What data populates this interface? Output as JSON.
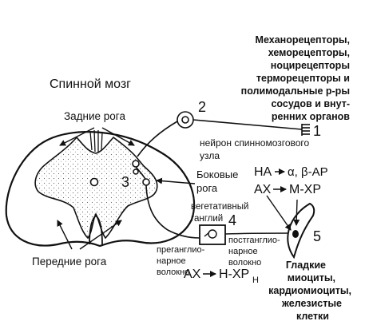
{
  "title": "Спинной мозг",
  "labels": {
    "posterior_horns": "Задние рога",
    "lateral_horns_1": "Боковые",
    "lateral_horns_2": "рога",
    "anterior_horns": "Передние рога",
    "neuron_1": "нейрон спинномозгового",
    "neuron_2": "узла",
    "veg_ganglion_1": "вегетативный",
    "veg_ganglion_2": "ганглий",
    "pregang_1": "преганглио-",
    "pregang_2": "нарное",
    "pregang_3": "волокно",
    "postgang_1": "постганглио-",
    "postgang_2": "нарное",
    "postgang_3": "волокно"
  },
  "receptors": [
    "Механорецепторы,",
    "хеморецепторы,",
    "ноцирецепторы",
    "терморецепторы и",
    "полимодальные р-ры",
    "сосудов и внут-",
    "ренних органов"
  ],
  "effectors": [
    "Гладкие",
    "миоциты,",
    "кардиомиоциты,",
    "железистые",
    "клетки"
  ],
  "formulas": {
    "na_arrow": "НА",
    "na_receptor": "α, β-АР",
    "ach_arrow_top": "АХ",
    "ach_receptor_top": "М-ХР",
    "ach_arrow_bottom": "АХ",
    "ach_receptor_bottom": "Н-ХР",
    "subscript_n": "Н"
  },
  "numbers": [
    "1",
    "2",
    "3",
    "4",
    "5"
  ]
}
